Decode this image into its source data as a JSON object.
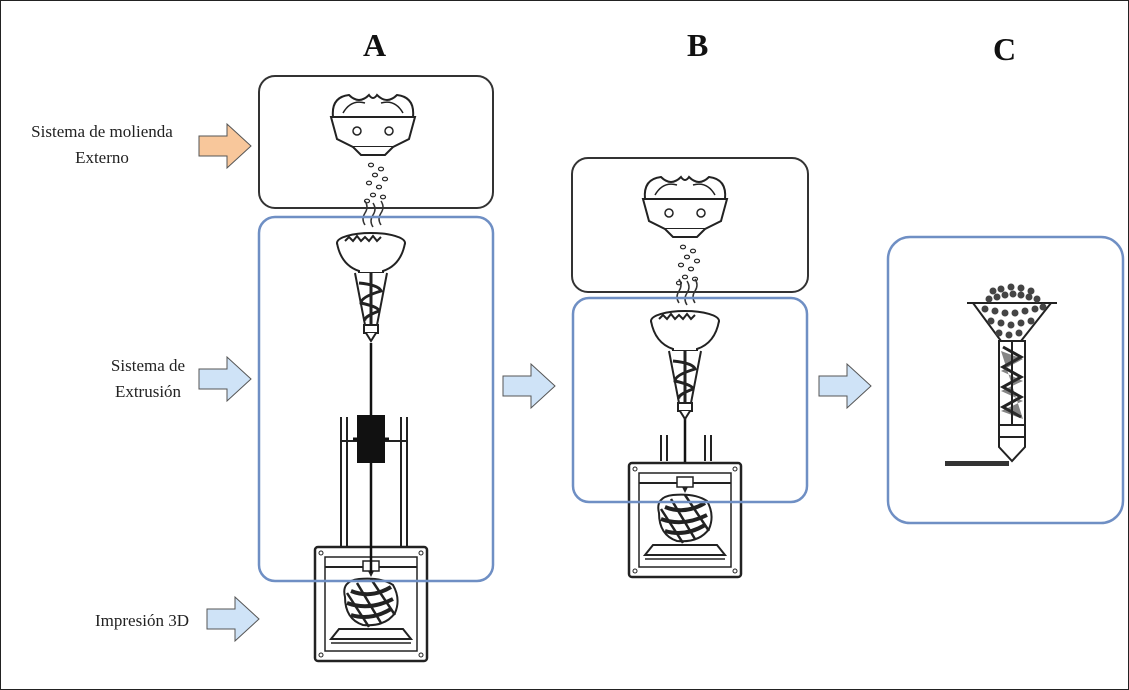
{
  "columns": {
    "a": "A",
    "b": "B",
    "c": "C"
  },
  "labels": {
    "grinding_line1": "Sistema de molienda",
    "grinding_line2": "Externo",
    "extrusion_line1": "Sistema de",
    "extrusion_line2": "Extrusión",
    "printing": "Impresión 3D"
  },
  "colors": {
    "grinding_arrow": "#f8c79b",
    "flow_arrow": "#cfe3f7",
    "grinder_box": "#333333",
    "extrusion_box": "#6f8fc4"
  }
}
